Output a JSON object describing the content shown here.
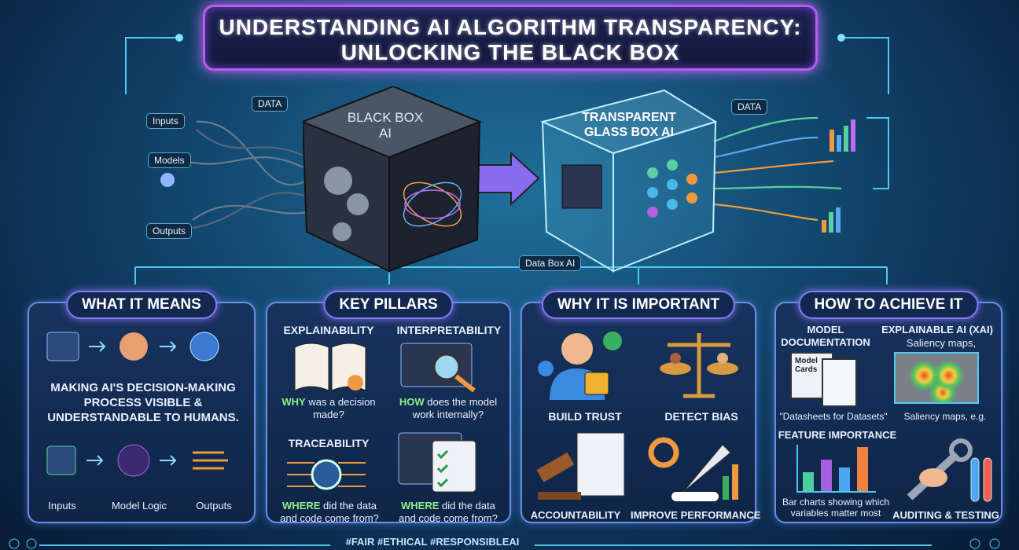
{
  "title": {
    "line1": "UNDERSTANDING AI ALGORITHM TRANSPARENCY:",
    "line2": "UNLOCKING THE BLACK BOX"
  },
  "diagram": {
    "left_labels": [
      "Inputs",
      "Models",
      "Outputs"
    ],
    "data_label_left": "DATA",
    "data_label_right": "DATA",
    "black_box": "BLACK BOX\nAI",
    "glass_box": "TRANSPARENT\nGLASS BOX AI",
    "glass_box_tag": "Data  Box AI"
  },
  "panels": [
    {
      "title": "WHAT IT MEANS",
      "text": "MAKING AI'S DECISION-MAKING PROCESS VISIBLE & UNDERSTANDABLE TO HUMANS.",
      "flow": [
        "Inputs",
        "Model Logic",
        "Outputs"
      ]
    },
    {
      "title": "KEY PILLARS",
      "items": [
        {
          "name": "EXPLAINABILITY",
          "q_key": "WHY",
          "q_rest": " was a decision made?"
        },
        {
          "name": "INTERPRETABILITY",
          "q_key": "HOW",
          "q_rest": " does the model work internally?"
        },
        {
          "name": "TRACEABILITY",
          "q_key": "WHERE",
          "q_rest": " did the data and code come from?"
        },
        {
          "name": "",
          "q_key": "WHERE",
          "q_rest": " did the data and code come from?"
        }
      ]
    },
    {
      "title": "WHY IT IS IMPORTANT",
      "items": [
        "BUILD TRUST",
        "DETECT BIAS",
        "ACCOUNTABILITY",
        "IMPROVE PERFORMANCE"
      ]
    },
    {
      "title": "HOW TO ACHIEVE IT",
      "items": [
        {
          "name": "MODEL DOCUMENTATION",
          "caption": "\"Datasheets for Datasets\"",
          "card": "Model Cards"
        },
        {
          "name": "EXPLAINABLE AI (XAI)",
          "sub": "Saliency maps,",
          "caption": "Saliency maps, e.g."
        },
        {
          "name": "FEATURE IMPORTANCE",
          "caption": "Bar charts showing which variables matter most"
        },
        {
          "name": "AUDITING & TESTING"
        }
      ]
    }
  ],
  "footer": {
    "hashtags": "#FAIR  #ETHICAL  #RESPONSIBLEAI"
  },
  "colors": {
    "accent": "#b85bf0",
    "panel_border": "#6c8fe0",
    "highlight": "#8ff08f"
  }
}
